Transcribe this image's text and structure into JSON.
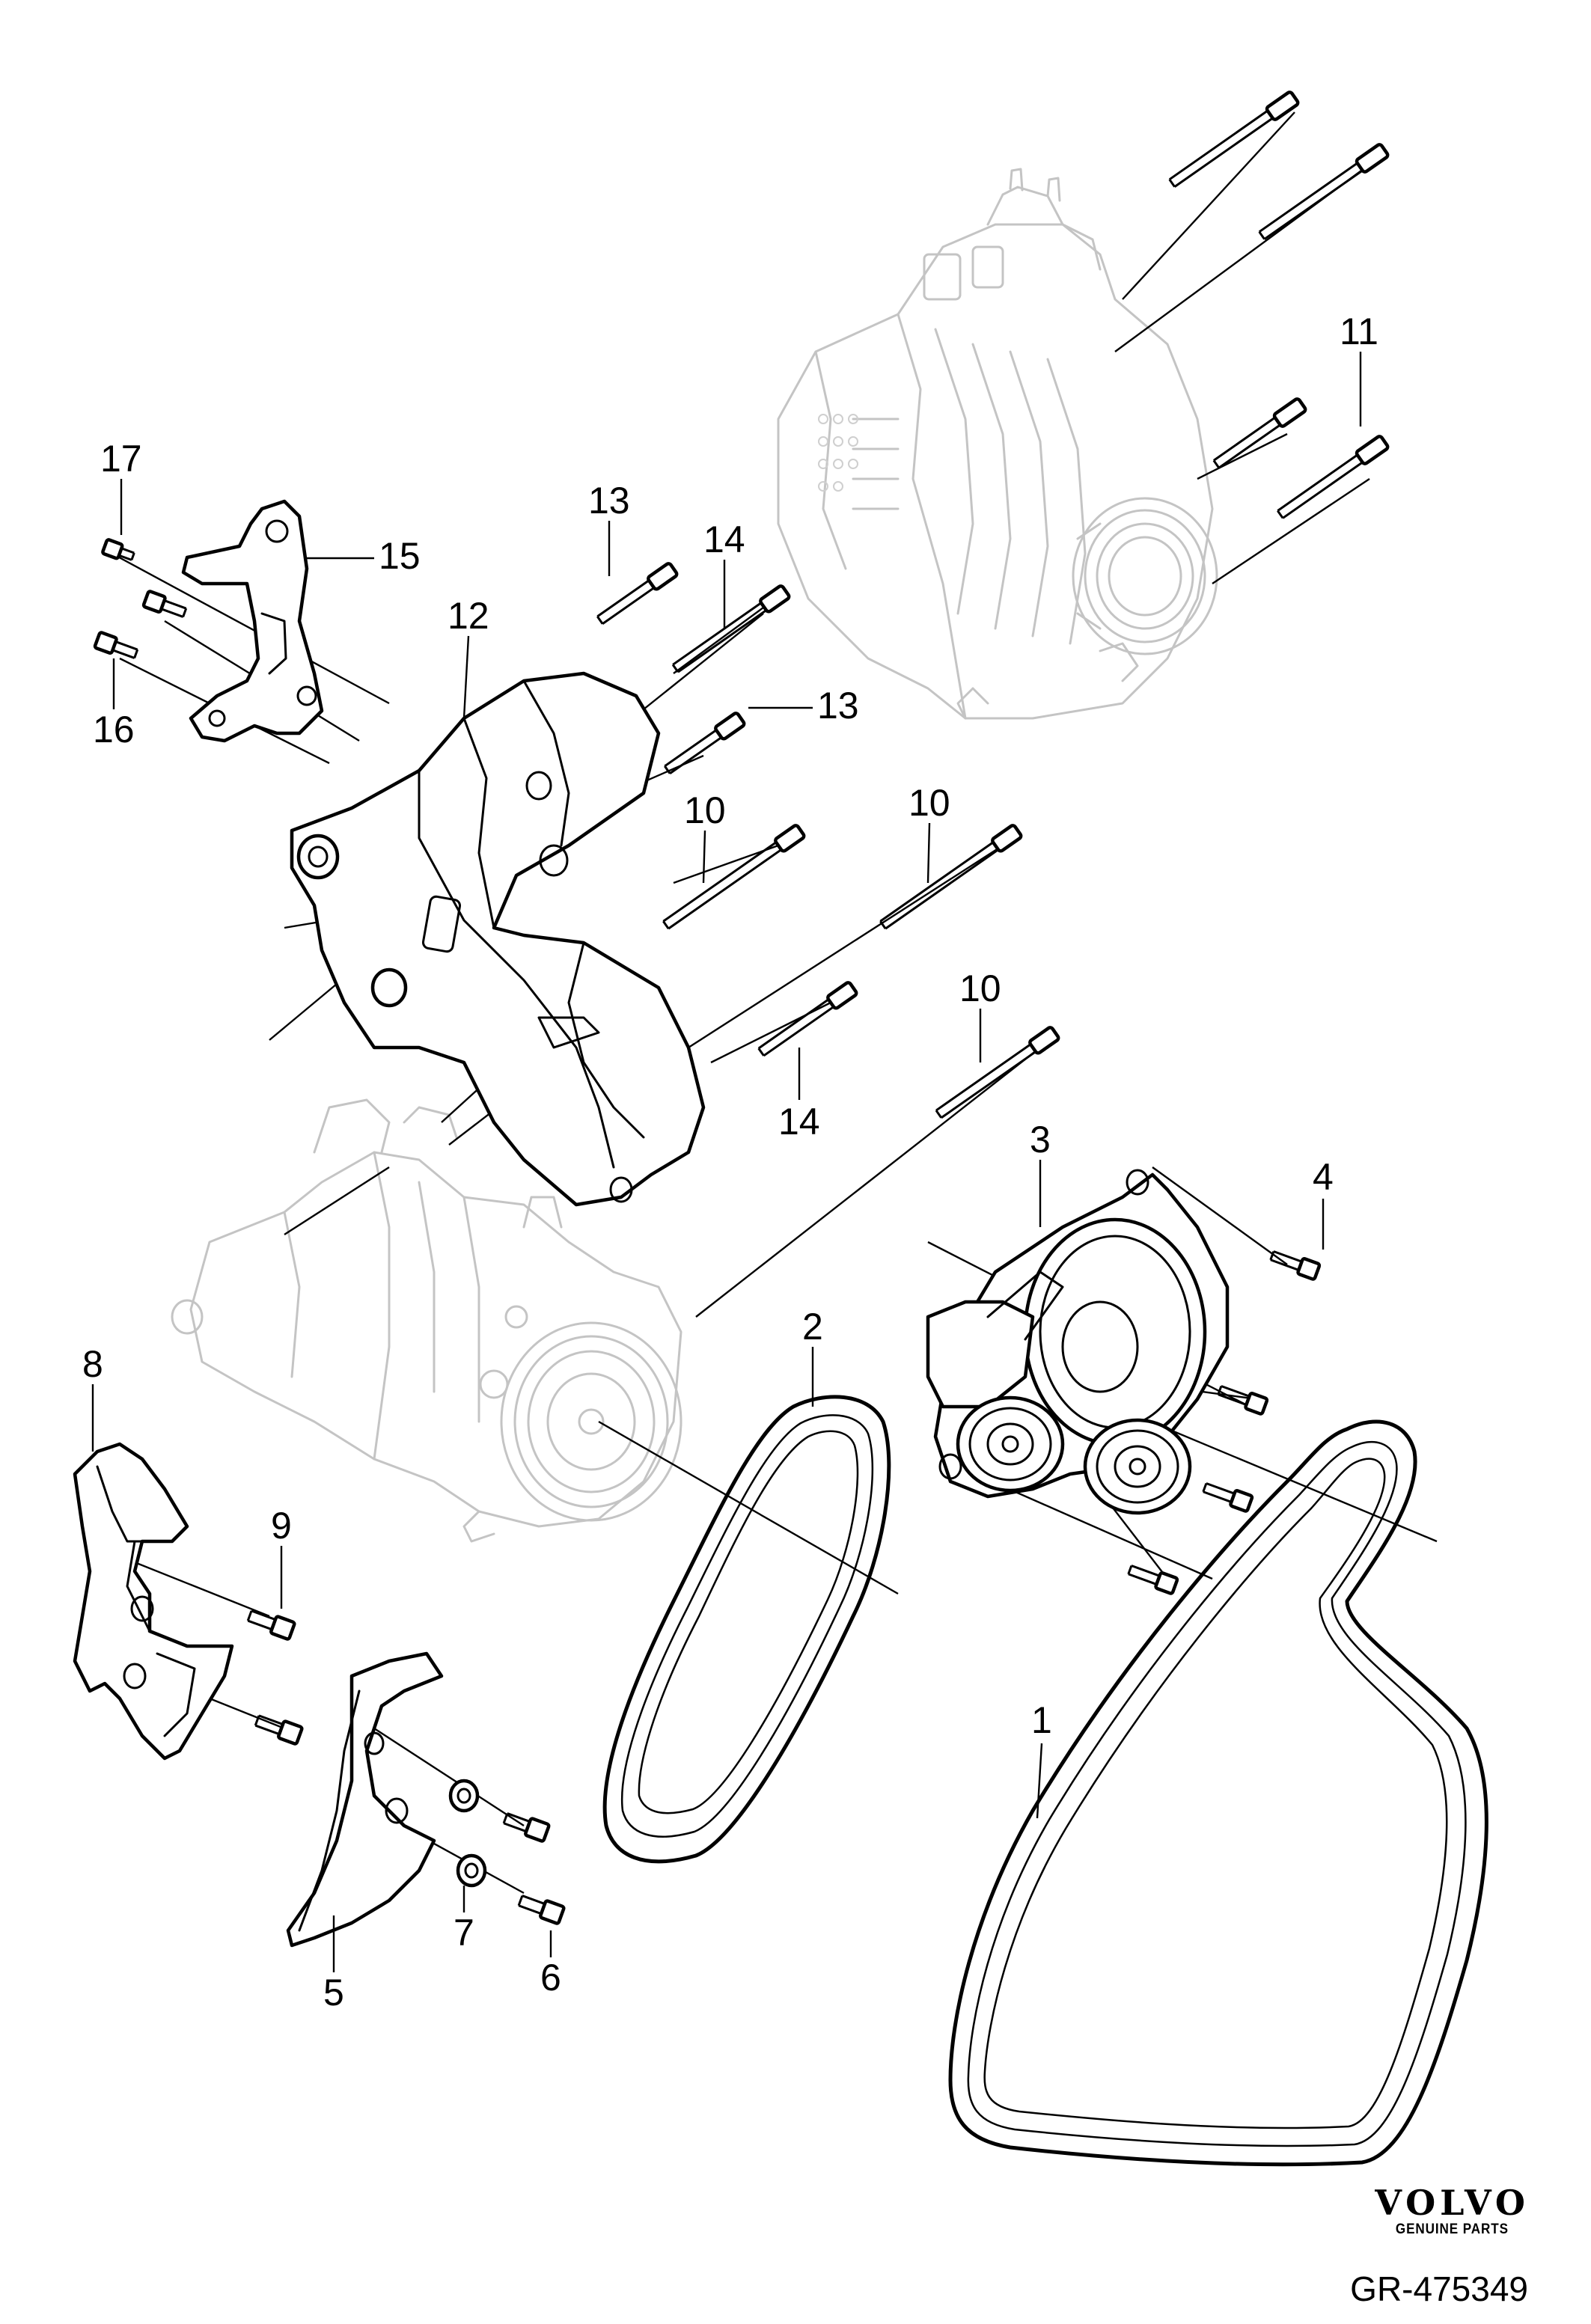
{
  "callouts": {
    "n1": "1",
    "n2": "2",
    "n3": "3",
    "n4": "4",
    "n5": "5",
    "n6": "6",
    "n7": "7",
    "n8": "8",
    "n9": "9",
    "n10a": "10",
    "n10b": "10",
    "n10c": "10",
    "n11": "11",
    "n12": "12",
    "n13a": "13",
    "n13b": "13",
    "n14a": "14",
    "n14b": "14",
    "n15": "15",
    "n16": "16",
    "n17": "17"
  },
  "brand": {
    "name": "VOLVO",
    "subtitle": "GENUINE PARTS"
  },
  "reference": "GR-475349"
}
